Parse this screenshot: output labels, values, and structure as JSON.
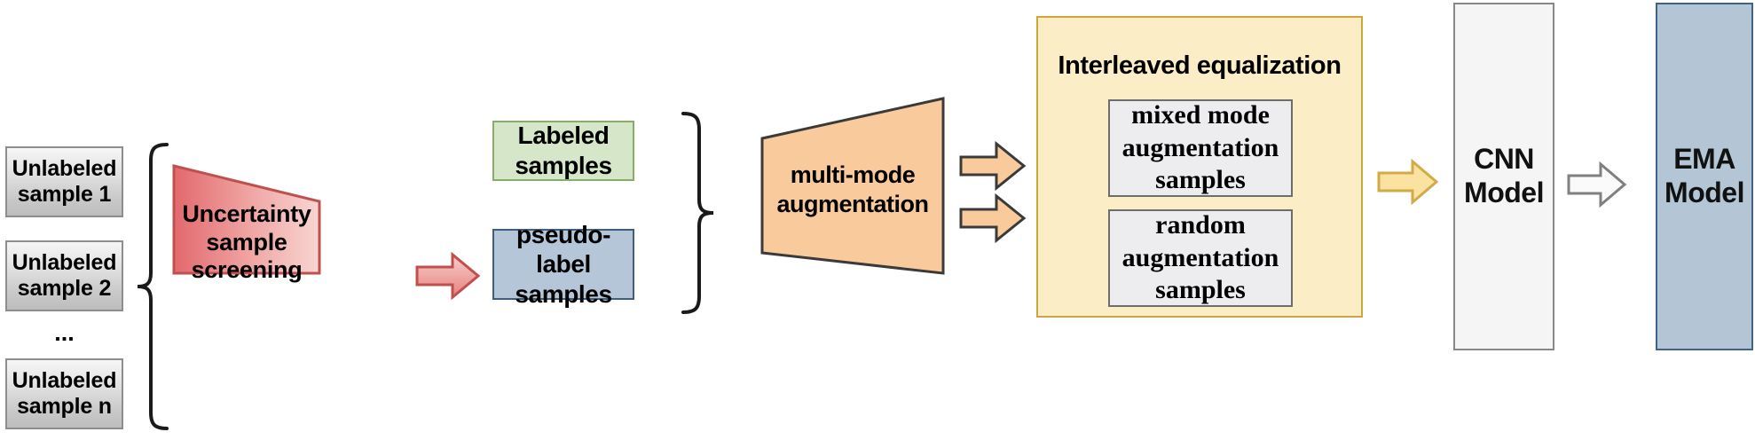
{
  "diagram": {
    "title": "Semi-supervised learning pipeline",
    "colors": {
      "unlabeled_box_fill": "#d3d3d3",
      "unlabeled_box_border": "#8d8d8d",
      "uncertainty_trapezoid_from": "#e8777a",
      "uncertainty_trapezoid_to": "#f6cfcd",
      "uncertainty_trapezoid_border": "#c0504d",
      "red_arrow_fill": "#f0a9a4",
      "red_arrow_border": "#c0504d",
      "labeled_box_fill": "#d6e6c8",
      "labeled_box_border": "#8aac6b",
      "pseudo_box_fill": "#b4c6d8",
      "pseudo_box_border": "#3f5f7f",
      "augmentation_fill": "#f9cb9c",
      "augmentation_border": "#3a3a3a",
      "orange_arrow_fill": "#f9cb9c",
      "orange_arrow_border": "#3a3a3a",
      "panel_fill": "#fbeec6",
      "panel_border": "#c8a93c",
      "inner_box_fill": "#ededf0",
      "inner_box_border": "#6d6d6d",
      "yellow_arrow_fill": "#fbe2a0",
      "yellow_arrow_border": "#d2ab48",
      "white_arrow_fill": "#fafafa",
      "white_arrow_border": "#808080",
      "cnn_fill": "#f5f5f5",
      "cnn_border": "#888888",
      "ema_fill": "#b4c6d6",
      "ema_border": "#3f6288",
      "brace_stroke": "#1a1a1a"
    },
    "unlabeled": {
      "samples": [
        {
          "line1": "Unlabeled",
          "line2": "sample 1"
        },
        {
          "line1": "Unlabeled",
          "line2": "sample 2"
        },
        {
          "line1": "Unlabeled",
          "line2": "sample n"
        }
      ],
      "ellipsis": "..."
    },
    "uncertainty": {
      "line1": "Uncertainty",
      "line2": "sample",
      "line3": "screening"
    },
    "labeled_samples": {
      "line1": "Labeled",
      "line2": "samples"
    },
    "pseudo_label_samples": {
      "line1": "pseudo-label",
      "line2": "samples"
    },
    "augmentation": {
      "line1": "multi-mode",
      "line2": "augmentation"
    },
    "interleaved_panel": {
      "title": "Interleaved equalization",
      "boxes": [
        {
          "line1": "mixed mode",
          "line2": "augmentation",
          "line3": "samples"
        },
        {
          "line1": "random",
          "line2": "augmentation",
          "line3": "samples"
        }
      ]
    },
    "cnn_model": {
      "line1": "CNN",
      "line2": "Model"
    },
    "ema_model": {
      "line1": "EMA",
      "line2": "Model"
    },
    "icons": {
      "red_arrow": "right-arrow-icon",
      "orange_arrow_top": "right-arrow-icon",
      "orange_arrow_bottom": "right-arrow-icon",
      "yellow_arrow": "right-arrow-icon",
      "white_arrow": "right-arrow-icon",
      "left_brace": "curly-brace-icon",
      "right_brace": "curly-brace-icon"
    }
  }
}
